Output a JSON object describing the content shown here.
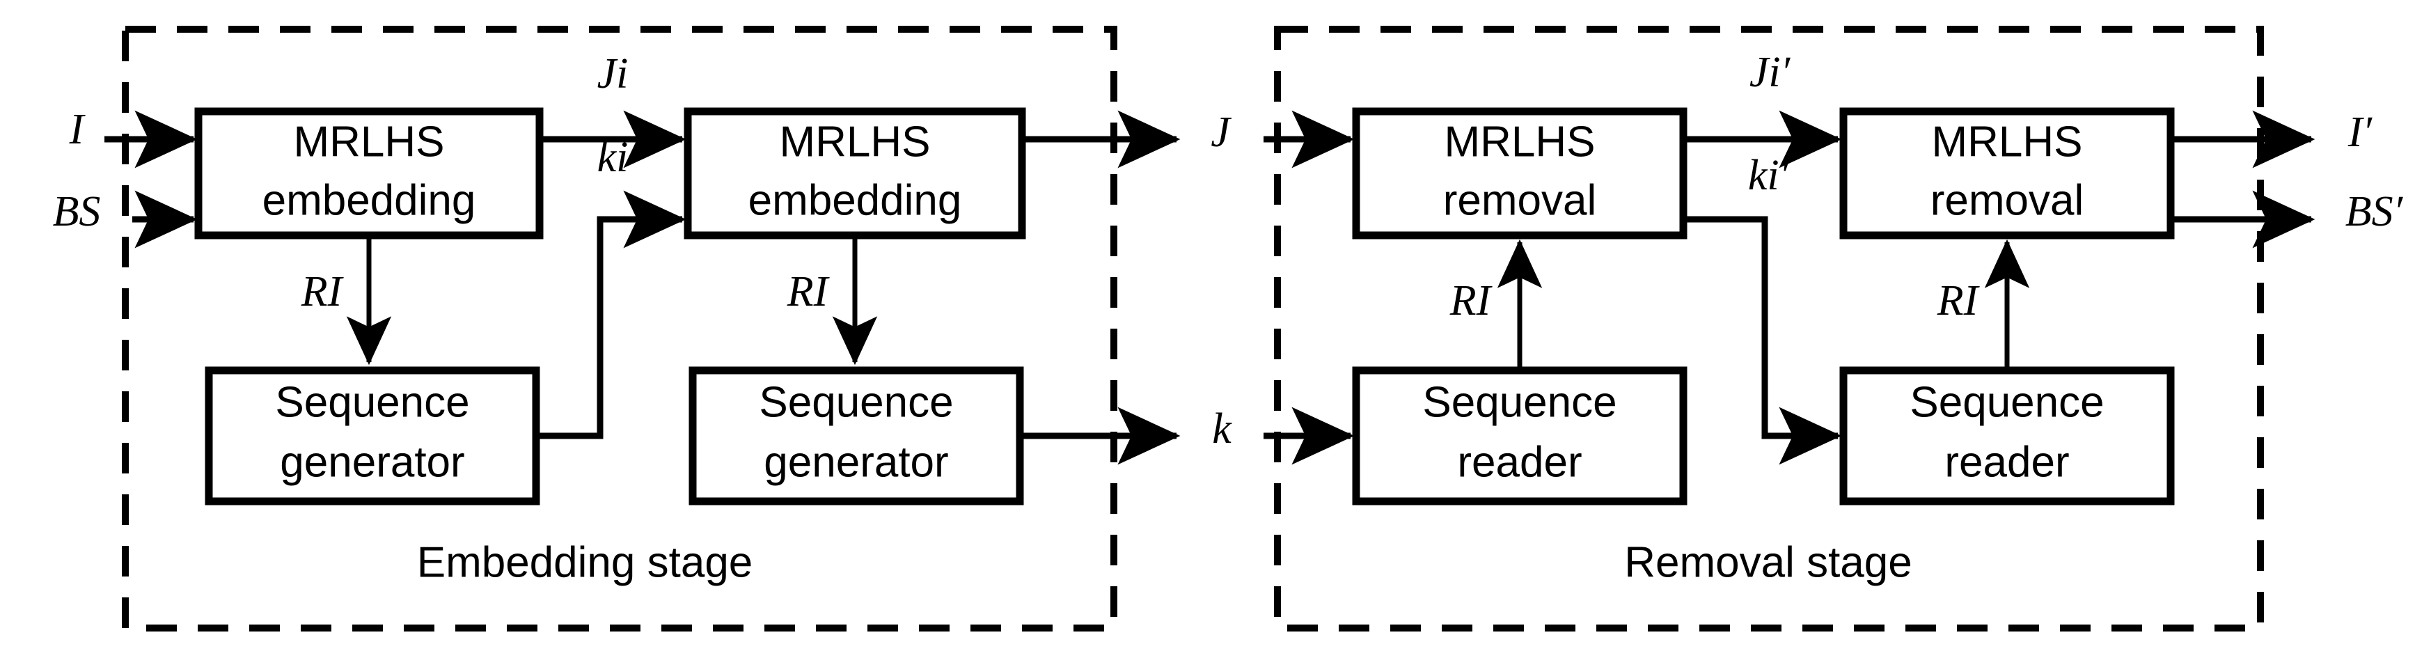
{
  "diagram": {
    "title_visible": false,
    "stages": [
      {
        "id": "embedding",
        "caption": "Embedding stage",
        "blocks": [
          {
            "id": "mrlhs-embedding-1",
            "line1": "MRLHS",
            "line2": "embedding"
          },
          {
            "id": "mrlhs-embedding-2",
            "line1": "MRLHS",
            "line2": "embedding"
          },
          {
            "id": "sequence-generator-1",
            "line1": "Sequence",
            "line2": "generator"
          },
          {
            "id": "sequence-generator-2",
            "line1": "Sequence",
            "line2": "generator"
          }
        ],
        "signals": {
          "input_image": "I",
          "input_bitstream": "BS",
          "intermediate_image": "Ji",
          "intermediate_key": "ki",
          "ri_left": "RI",
          "ri_right": "RI"
        }
      },
      {
        "id": "removal",
        "caption": "Removal stage",
        "blocks": [
          {
            "id": "mrlhs-removal-1",
            "line1": "MRLHS",
            "line2": "removal"
          },
          {
            "id": "mrlhs-removal-2",
            "line1": "MRLHS",
            "line2": "removal"
          },
          {
            "id": "sequence-reader-1",
            "line1": "Sequence",
            "line2": "reader"
          },
          {
            "id": "sequence-reader-2",
            "line1": "Sequence",
            "line2": "reader"
          }
        ],
        "signals": {
          "intermediate_image": "Ji′",
          "intermediate_key": "ki′",
          "output_image": "I′",
          "output_bitstream": "BS′",
          "ri_left": "RI",
          "ri_right": "RI"
        }
      }
    ],
    "bus": {
      "marked_image": "J",
      "key": "k"
    },
    "colors": {
      "stroke": "#000000",
      "background": "#ffffff",
      "panel_border": "#000000"
    }
  }
}
